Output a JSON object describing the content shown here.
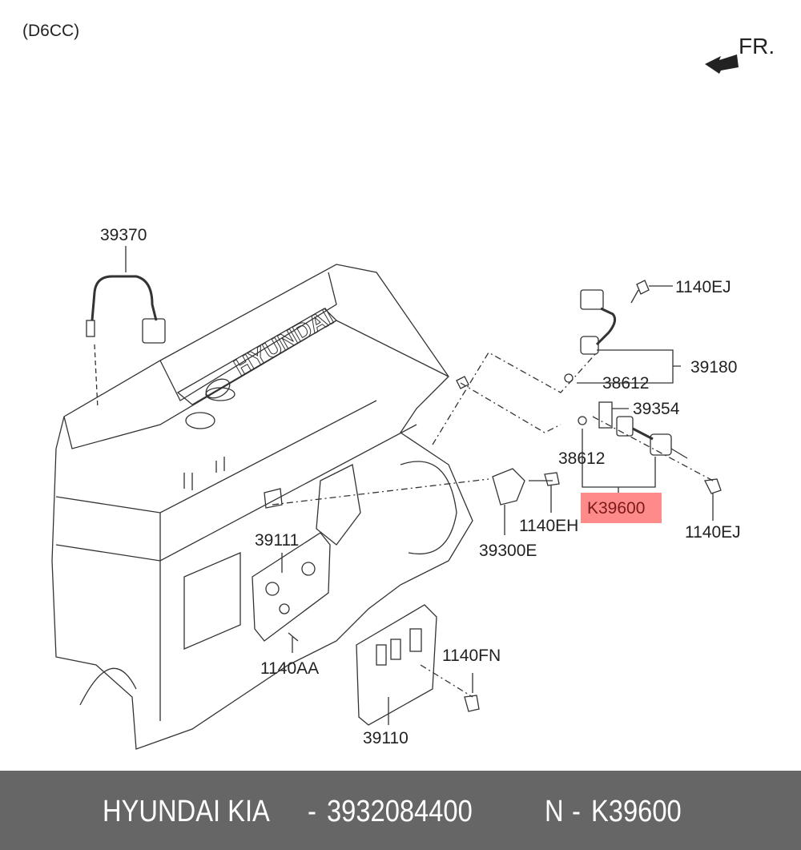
{
  "engine_code": "(D6CC)",
  "front_marker": "FR.",
  "engine_logo_text": "HYUNDAI",
  "callouts": {
    "c39370": "39370",
    "c1140EJ_top": "1140EJ",
    "c39180": "39180",
    "c38612_top": "38612",
    "c39354": "39354",
    "c38612_low": "38612",
    "c1140EH": "1140EH",
    "c1140EJ_low": "1140EJ",
    "c39111": "39111",
    "c39300E": "39300E",
    "c1140FN": "1140FN",
    "c1140AA": "1140AA",
    "c39110": "39110"
  },
  "highlighted_part": {
    "label": "K39600",
    "color": "#ff8a8a"
  },
  "footer": {
    "brand": "HYUNDAI  KIA",
    "dash1": "-",
    "oem_number": "3932084400",
    "n_label": "N",
    "dash2": "-",
    "part_code": "K39600",
    "background": "#666666"
  }
}
